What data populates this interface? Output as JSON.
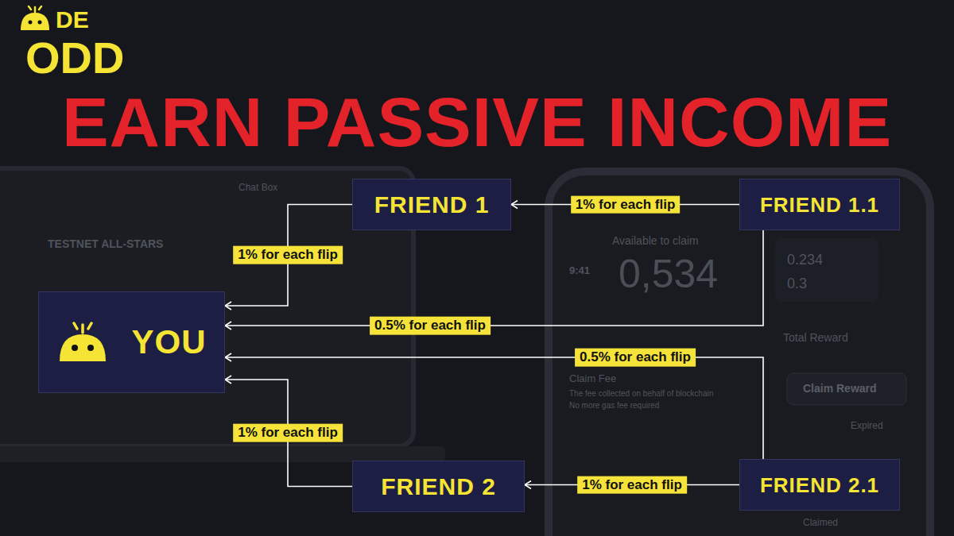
{
  "diagram": {
    "title": "EARN PASSIVE INCOME",
    "nodes": [
      {
        "text": [
          "FRIEND 1"
        ]
      },
      {
        "text": [
          "FRIEND 1.1"
        ]
      },
      {
        "text": [
          "YOU"
        ]
      },
      {
        "text": [
          "FRIEND 2"
        ]
      },
      {
        "text": [
          "FRIEND 2.1"
        ]
      }
    ],
    "edges": [
      {
        "from": 1,
        "to": 0,
        "label": "1% for each flip",
        "arrow": "to"
      },
      {
        "from": 0,
        "to": 2,
        "label": "1% for each flip",
        "arrow": "to"
      },
      {
        "from": 1,
        "to": 2,
        "label": "0.5% for each flip",
        "arrow": "to"
      },
      {
        "from": 4,
        "to": 2,
        "label": "0.5% for each flip",
        "arrow": "to"
      },
      {
        "from": 3,
        "to": 2,
        "label": "1% for each flip",
        "arrow": "to"
      },
      {
        "from": 4,
        "to": 3,
        "label": "1% for each flip",
        "arrow": "to"
      }
    ],
    "labels": [
      "DE",
      "ODD",
      "TESTNET ALL-STARS",
      "Chat Box",
      "9:41",
      "Available to claim",
      "0,534",
      "0.234",
      "0.3",
      "Total Reward",
      "Claim Fee",
      "The fee collected on behalf of blockchain",
      "No more gas fee required",
      "Claim Reward",
      "Expired",
      "Claimed"
    ]
  }
}
